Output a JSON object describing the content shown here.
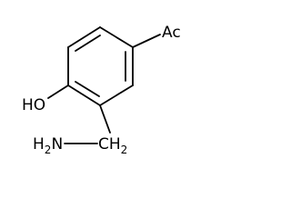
{
  "molecule": {
    "substituents": {
      "acetyl": "Ac",
      "hydroxyl": "HO",
      "aminomethyl_amine": "H",
      "aminomethyl_amine_subscript": "2",
      "aminomethyl_amine_atom": "N",
      "aminomethyl_carbon": "CH",
      "aminomethyl_carbon_subscript": "2"
    }
  }
}
